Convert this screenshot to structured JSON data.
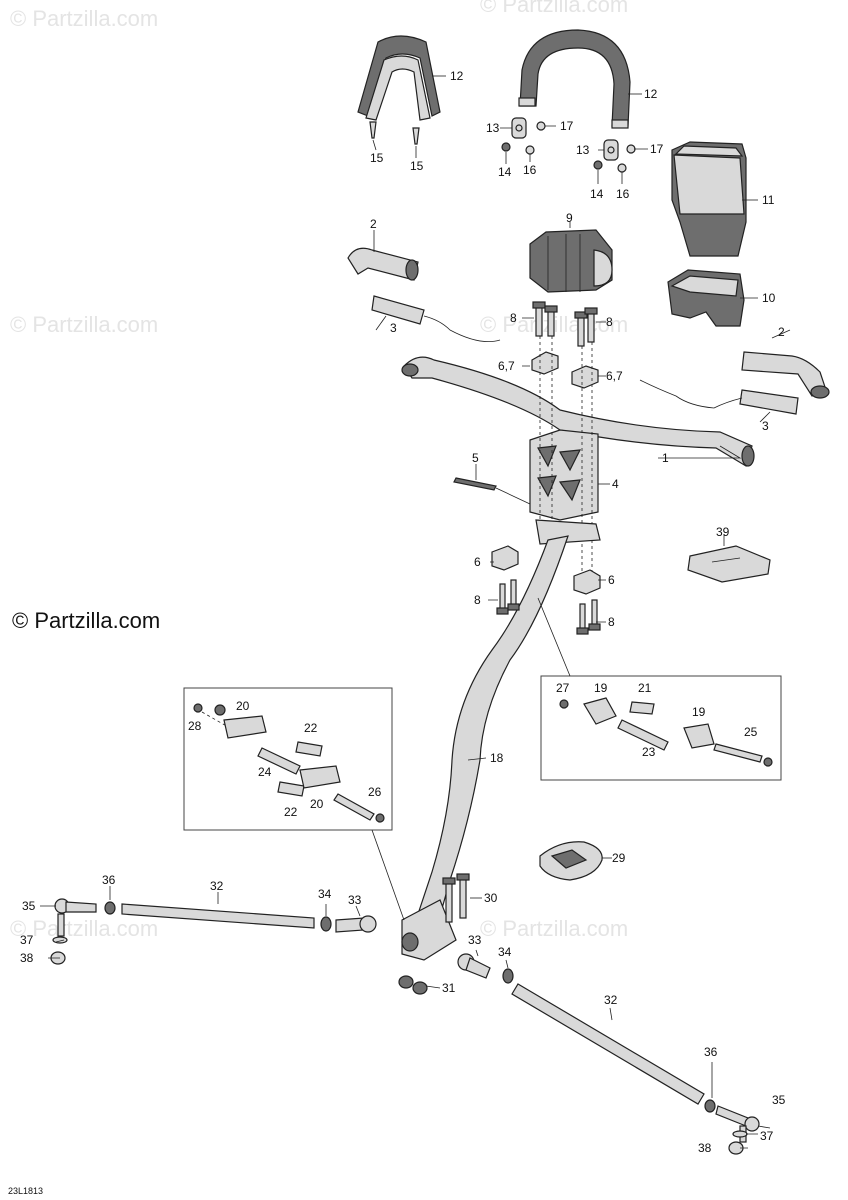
{
  "watermark": "© Partzilla.com",
  "copyright": "© Partzilla.com",
  "diagram_code": "23L1813",
  "callouts": {
    "c1": "1",
    "c2a": "2",
    "c2b": "2",
    "c3a": "3",
    "c3b": "3",
    "c4": "4",
    "c5": "5",
    "c6a": "6",
    "c6b": "6",
    "c67a": "6,7",
    "c67b": "6,7",
    "c8a": "8",
    "c8b": "8",
    "c8c": "8",
    "c8d": "8",
    "c9": "9",
    "c10": "10",
    "c11": "11",
    "c12a": "12",
    "c12b": "12",
    "c13a": "13",
    "c13b": "13",
    "c14a": "14",
    "c14b": "14",
    "c15a": "15",
    "c15b": "15",
    "c16a": "16",
    "c16b": "16",
    "c17a": "17",
    "c17b": "17",
    "c18": "18",
    "c19a": "19",
    "c19b": "19",
    "c20a": "20",
    "c20b": "20",
    "c21": "21",
    "c22a": "22",
    "c22b": "22",
    "c23": "23",
    "c24": "24",
    "c25": "25",
    "c26": "26",
    "c27": "27",
    "c28": "28",
    "c29": "29",
    "c30": "30",
    "c31": "31",
    "c32a": "32",
    "c32b": "32",
    "c33a": "33",
    "c33b": "33",
    "c34a": "34",
    "c34b": "34",
    "c35a": "35",
    "c35b": "35",
    "c36a": "36",
    "c36b": "36",
    "c37a": "37",
    "c37b": "37",
    "c38a": "38",
    "c38b": "38",
    "c39": "39"
  }
}
